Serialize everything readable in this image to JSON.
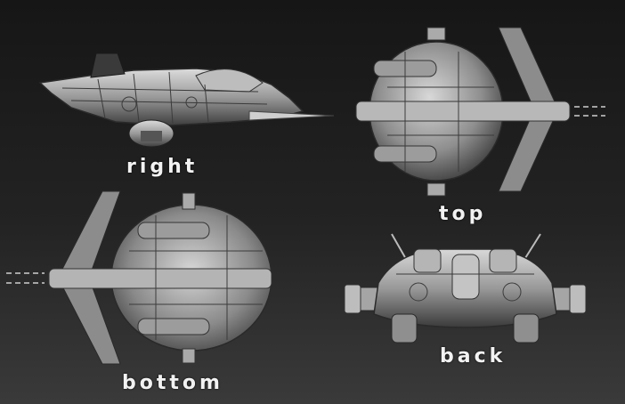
{
  "labels": {
    "right": "right",
    "top": "top",
    "bottom": "bottom",
    "back": "back"
  },
  "colors": {
    "hull_light": "#d4d4d4",
    "hull_mid": "#9a9a9a",
    "hull_dark": "#4a4a4a",
    "label": "#f2f2f2"
  }
}
